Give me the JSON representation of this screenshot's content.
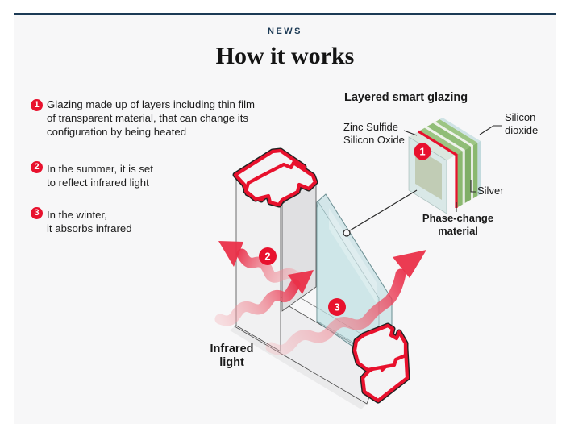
{
  "header": {
    "kicker": "NEWS",
    "title": "How it works"
  },
  "steps": [
    {
      "number": "1",
      "lines": [
        "Glazing made up of layers including thin film",
        "of transparent material, that can change its",
        "configuration by being heated"
      ]
    },
    {
      "number": "2",
      "lines": [
        "In the summer, it is set",
        "to reflect infrared light"
      ]
    },
    {
      "number": "3",
      "lines": [
        "In the winter,",
        "it absorbs infrared"
      ]
    }
  ],
  "glazing": {
    "title": "Layered smart glazing",
    "badge": "1",
    "label_zinc_lines": [
      "Zinc Sulfide",
      "Silicon Oxide"
    ],
    "label_silicon_dioxide_lines": [
      "Silicon",
      "dioxide"
    ],
    "label_silver": "Silver",
    "label_phase_lines": [
      "Phase-change",
      "material"
    ]
  },
  "window_diagram": {
    "infrared_lines": [
      "Infrared",
      "light"
    ],
    "badge_summer": "2",
    "badge_winter": "3"
  },
  "colors": {
    "accent_navy": "#1c3a55",
    "accent_red": "#e8112d",
    "panel_bg": "#f7f7f8",
    "layer_green": "#9cc583",
    "layer_blue": "#cfe3e5"
  }
}
